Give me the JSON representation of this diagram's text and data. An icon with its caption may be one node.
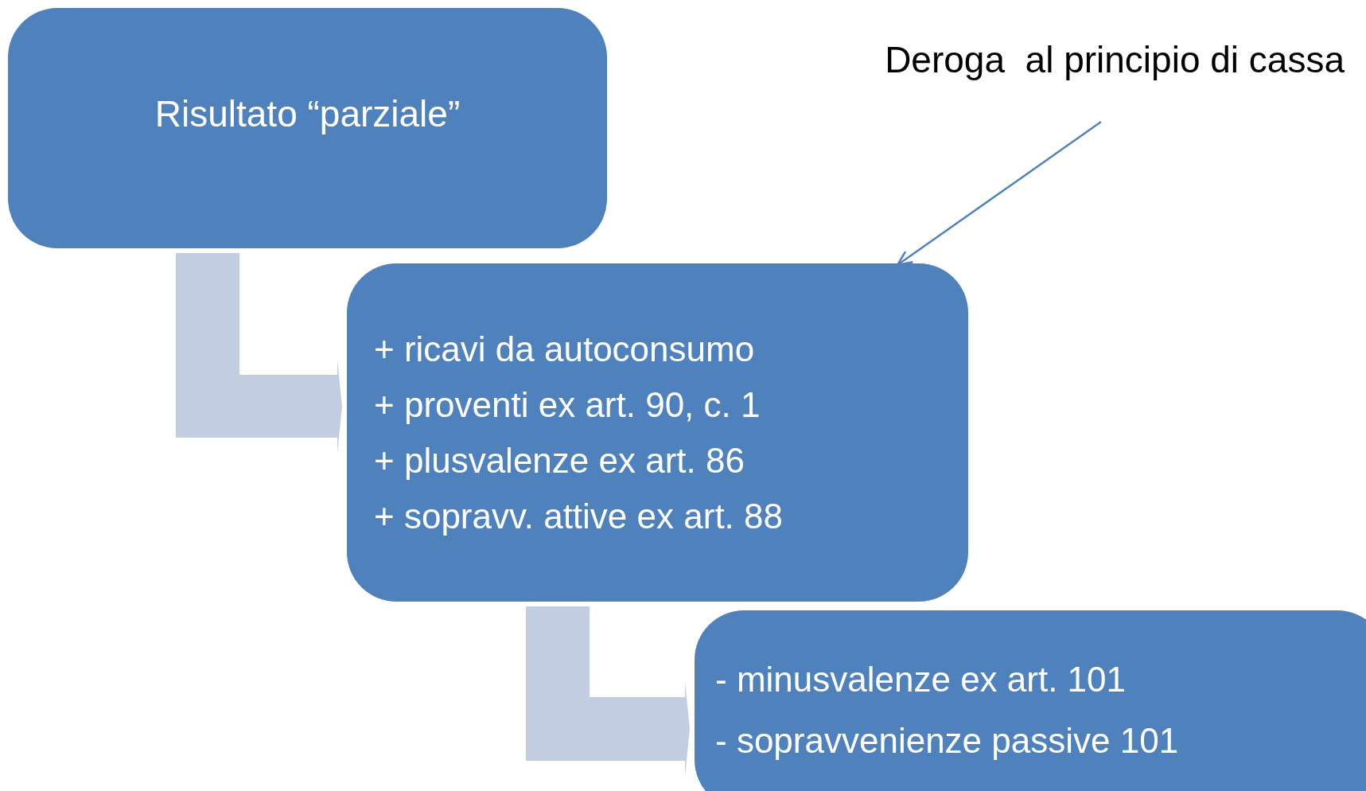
{
  "diagram": {
    "nodes": [
      {
        "text": [
          "Risultato “parziale”"
        ]
      },
      {
        "text": [
          "+ ricavi da autoconsumo",
          "+ proventi ex art. 90, c. 1",
          "+ plusvalenze ex art. 86",
          "+ sopravv. attive ex art. 88"
        ]
      },
      {
        "text": [
          "- minusvalenze ex art. 101",
          "- sopravvenienze passive 101"
        ]
      },
      {
        "text": [
          "Deroga  al principio di cassa"
        ]
      }
    ],
    "edges": [
      {
        "from": 0,
        "to": 1,
        "arrow": "to",
        "style": "thick",
        "color": "#c3cde1"
      },
      {
        "from": 1,
        "to": 2,
        "arrow": "to",
        "style": "thick",
        "color": "#c3cde1"
      },
      {
        "from": 3,
        "to": 1,
        "arrow": "to"
      }
    ]
  }
}
